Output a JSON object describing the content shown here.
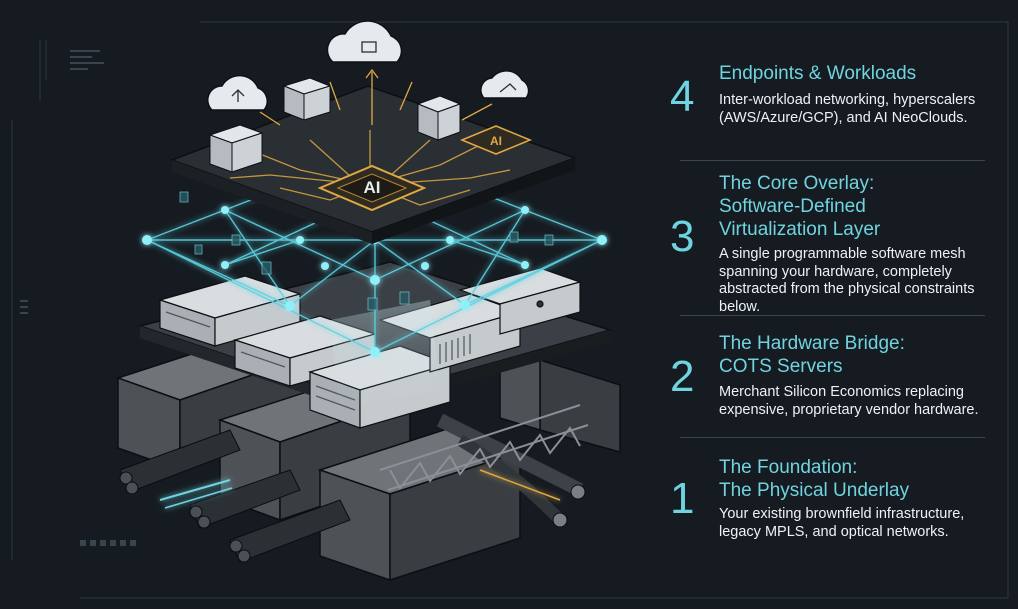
{
  "diagram": {
    "core_label": "AI",
    "secondary_label": "AI"
  },
  "layers": [
    {
      "number": "4",
      "title": "Endpoints & Workloads",
      "description": "Inter-workload networking, hyperscalers\n(AWS/Azure/GCP), and AI NeoClouds."
    },
    {
      "number": "3",
      "title": "The Core Overlay:\nSoftware-Defined\nVirtualization Layer",
      "description": "A single programmable software mesh\nspanning your hardware, completely\nabstracted from the physical constraints\nbelow."
    },
    {
      "number": "2",
      "title": "The Hardware Bridge:\nCOTS Servers",
      "description": "Merchant Silicon Economics replacing\nexpensive, proprietary vendor hardware."
    },
    {
      "number": "1",
      "title": "The Foundation:\nThe Physical Underlay",
      "description": "Your existing brownfield infrastructure,\nlegacy MPLS, and optical networks."
    }
  ],
  "colors": {
    "background": "#151b21",
    "accent_cyan": "#6fd4e0",
    "accent_gold": "#e0a841",
    "text": "#eef2f4"
  }
}
